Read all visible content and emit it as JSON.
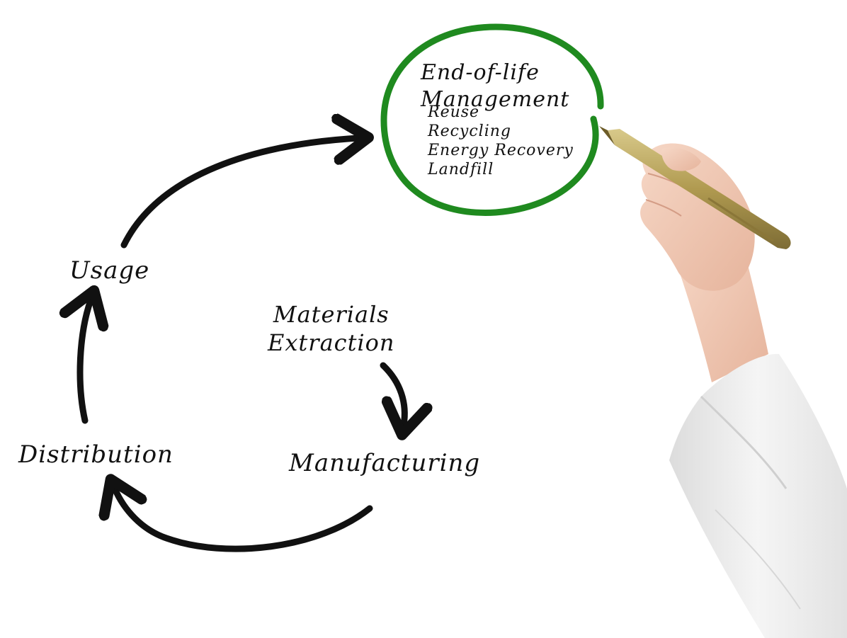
{
  "diagram": {
    "stages": {
      "end_of_life": {
        "title_line_1": "End-of-life",
        "title_line_2": "Management",
        "options": [
          "Reuse",
          "Recycling",
          "Energy Recovery",
          "Landfill"
        ]
      },
      "materials_extraction": {
        "line_1": "Materials",
        "line_2": "Extraction"
      },
      "manufacturing": "Manufacturing",
      "distribution": "Distribution",
      "usage": "Usage"
    },
    "colors": {
      "ink": "#111111",
      "highlight_circle": "#1f8a1f",
      "pen_body": "#b9a35a",
      "sleeve": "#eeeeee",
      "skin": "#f0c9b5"
    }
  }
}
